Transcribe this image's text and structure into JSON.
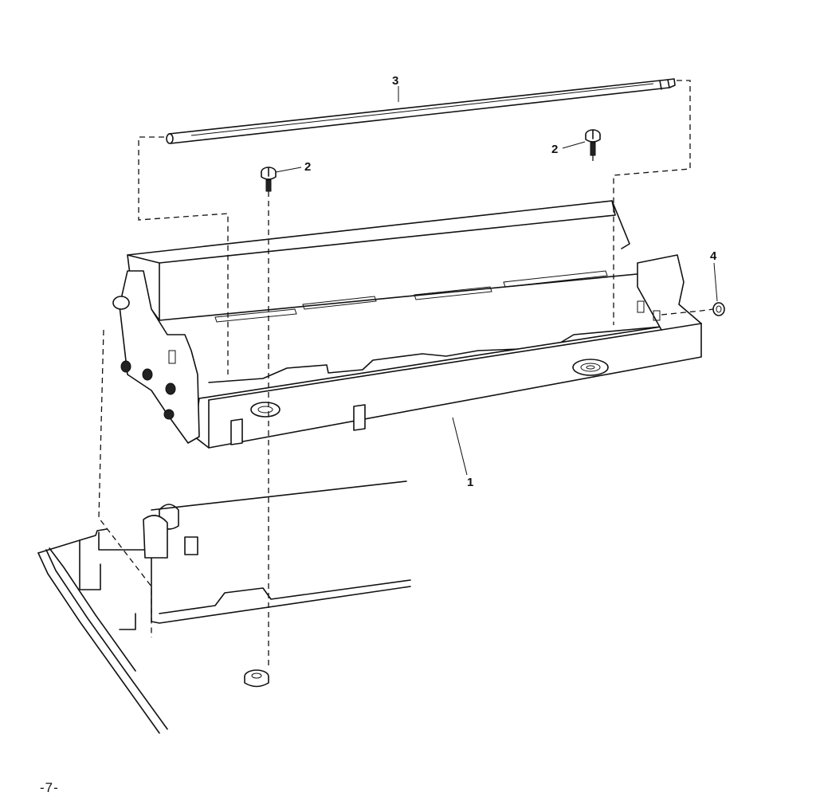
{
  "diagram": {
    "callouts": [
      {
        "id": "1",
        "part": "frame"
      },
      {
        "id": "2",
        "part": "screw-left"
      },
      {
        "id": "2",
        "part": "screw-right"
      },
      {
        "id": "3",
        "part": "shaft"
      },
      {
        "id": "4",
        "part": "nut"
      }
    ]
  },
  "page": {
    "number": "-7-"
  }
}
